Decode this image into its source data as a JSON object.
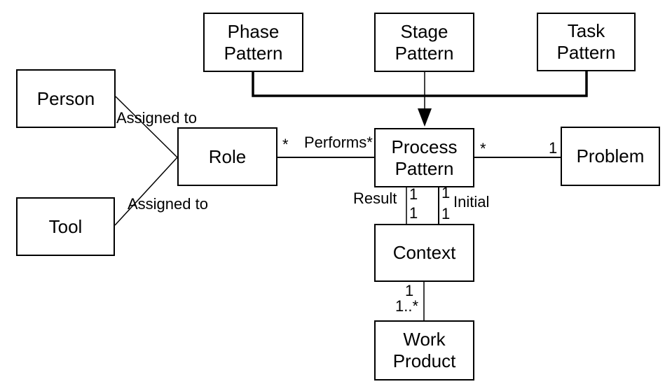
{
  "colors": {
    "background": "#ffffff",
    "line": "#000000",
    "text": "#000000"
  },
  "diagram": {
    "boxes": {
      "phase_pattern": {
        "label": [
          "Phase",
          "Pattern"
        ]
      },
      "stage_pattern": {
        "label": [
          "Stage",
          "Pattern"
        ]
      },
      "task_pattern": {
        "label": [
          "Task",
          "Pattern"
        ]
      },
      "person": {
        "label": "Person"
      },
      "role": {
        "label": "Role"
      },
      "process_pattern": {
        "label": [
          "Process",
          "Pattern"
        ]
      },
      "problem": {
        "label": "Problem"
      },
      "tool": {
        "label": "Tool"
      },
      "context": {
        "label": "Context"
      },
      "work_product": {
        "label": [
          "Work",
          "Product"
        ]
      }
    },
    "edge_labels": {
      "assigned_to_person": "Assigned to",
      "assigned_to_tool": "Assigned to",
      "role_multiplicity_star": "*",
      "performs": "Performs*",
      "process_problem_star": "*",
      "process_problem_one": "1",
      "result": "Result",
      "result_mult_top": "1",
      "result_mult_bottom": "1",
      "initial_mult_top": "1",
      "initial_mult_bottom": "1",
      "initial": "Initial",
      "context_mult_one": "1",
      "context_mult_many": "1..*"
    }
  }
}
